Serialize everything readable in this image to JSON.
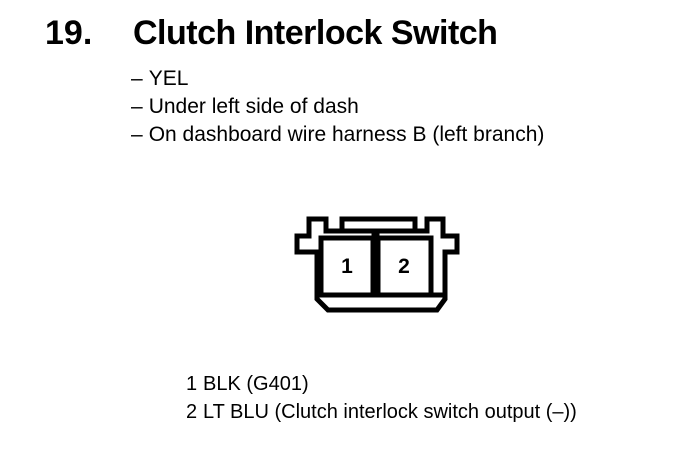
{
  "colors": {
    "ink": "#000000",
    "paper": "#ffffff"
  },
  "header": {
    "item_number": "19.",
    "title": "Clutch Interlock Switch"
  },
  "bullet_char": "–",
  "notes": [
    "YEL",
    "Under left side of dash",
    "On dashboard wire harness B (left branch)"
  ],
  "connector": {
    "pins": [
      "1",
      "2"
    ]
  },
  "legend": [
    {
      "pin": "1",
      "desc": "BLK (G401)"
    },
    {
      "pin": "2",
      "desc": "LT BLU (Clutch interlock switch output (–))"
    }
  ]
}
